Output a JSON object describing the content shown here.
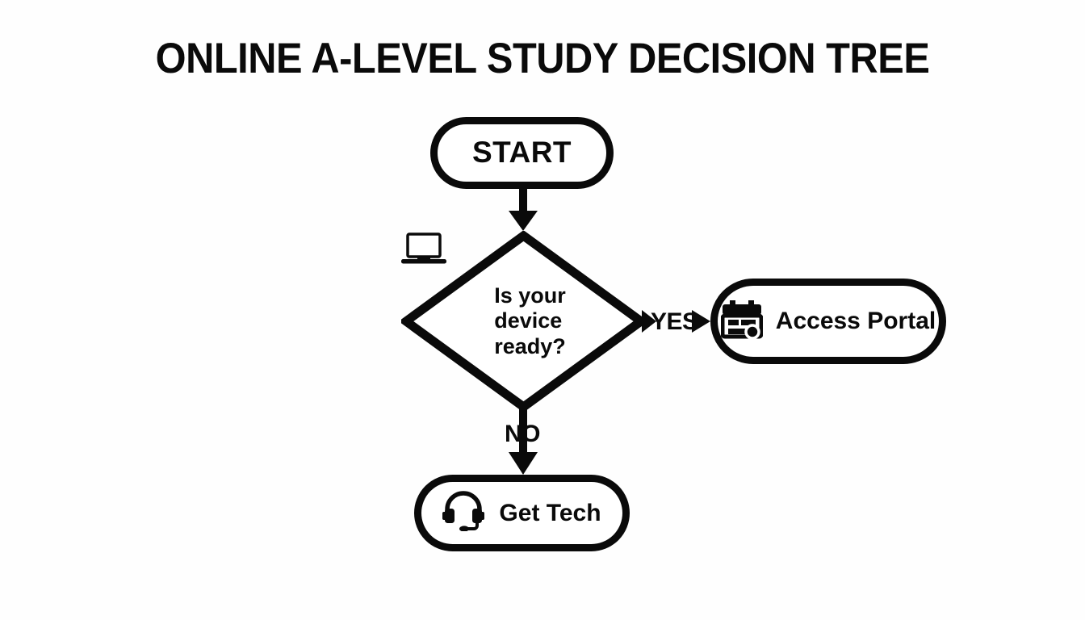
{
  "page": {
    "title": "ONLINE A-LEVEL STUDY DECISION TREE",
    "background_color": "#fefefe",
    "stroke_color": "#0a0a0a",
    "fill_color": "#ffffff"
  },
  "diagram": {
    "type": "flowchart",
    "orientation": "top-down",
    "nodes": [
      {
        "id": "start",
        "shape": "stadium",
        "label": "START",
        "icon": null
      },
      {
        "id": "decision",
        "shape": "diamond",
        "label": "Is your device ready?",
        "label_lines": [
          "Is your",
          "device",
          "ready?"
        ],
        "icon": "laptop-icon"
      },
      {
        "id": "access-portal",
        "shape": "stadium",
        "label": "Access Portal",
        "icon": "id-card-icon"
      },
      {
        "id": "get-tech",
        "shape": "stadium",
        "label": "Get Tech",
        "icon": "headset-icon"
      }
    ],
    "edges": [
      {
        "from": "start",
        "to": "decision",
        "label": "",
        "direction": "down"
      },
      {
        "from": "decision",
        "to": "access-portal",
        "label": "YES",
        "direction": "right"
      },
      {
        "from": "decision",
        "to": "get-tech",
        "label": "NO",
        "direction": "down"
      }
    ]
  }
}
